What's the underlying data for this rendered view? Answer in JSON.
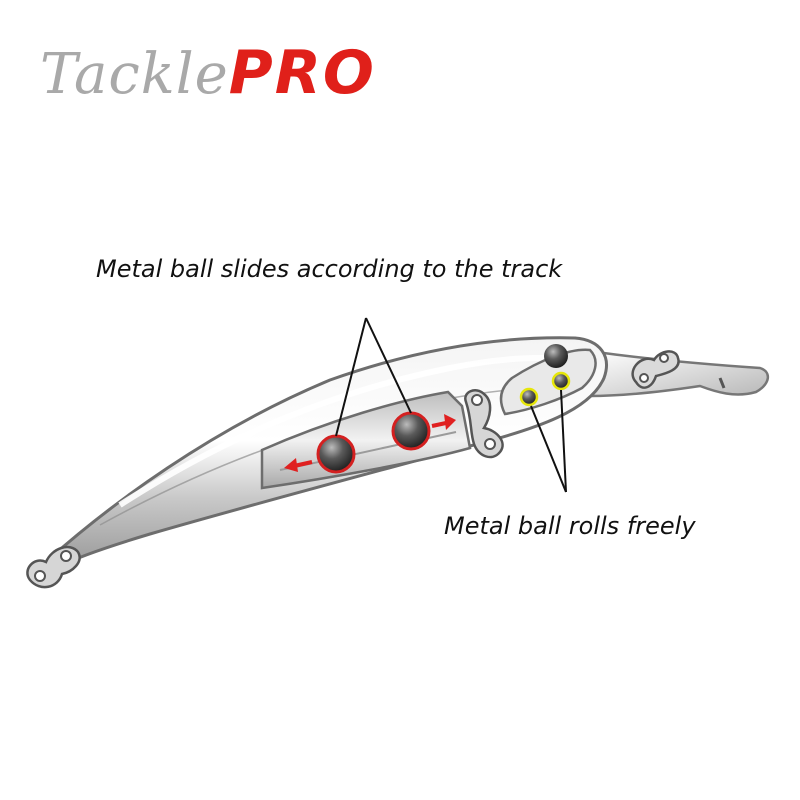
{
  "brand": {
    "part1": "Tackle",
    "part2": "PRO",
    "colors": {
      "part1": "#a9a9a9",
      "part2": "#e0201a"
    }
  },
  "annotations": {
    "track_label": "Metal ball slides according to the track",
    "free_label": "Metal ball rolls freely"
  },
  "colors": {
    "body_outline": "#6d6d6d",
    "track_ring": "#d42020",
    "free_ring": "#e6e60a",
    "arrow": "#e02020"
  }
}
